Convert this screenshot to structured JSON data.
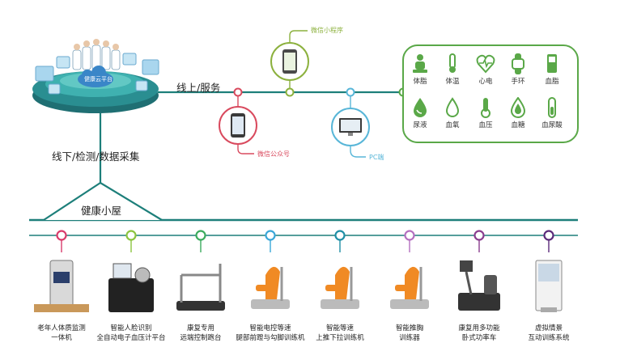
{
  "cloud_label": "健康云平台",
  "online_label": "线上/服务",
  "offline_label": "线下/检测/数据采集",
  "hut_label": "健康小屋",
  "channels": {
    "wechat_mini": "微信小程序",
    "wechat_official": "微信公众号",
    "pc": "PC端"
  },
  "sensors": [
    {
      "label": "体脂",
      "icon": "person-icon"
    },
    {
      "label": "体温",
      "icon": "thermometer-icon"
    },
    {
      "label": "心电",
      "icon": "heart-ecg-icon"
    },
    {
      "label": "手环",
      "icon": "wristband-icon"
    },
    {
      "label": "血脂",
      "icon": "lipid-meter-icon"
    },
    {
      "label": "尿液",
      "icon": "urine-drop-icon"
    },
    {
      "label": "血氧",
      "icon": "oxygen-drop-icon"
    },
    {
      "label": "血压",
      "icon": "pressure-gauge-icon"
    },
    {
      "label": "血糖",
      "icon": "glucose-drop-icon"
    },
    {
      "label": "血尿酸",
      "icon": "uric-tube-icon"
    }
  ],
  "devices": [
    {
      "line1": "老年人体质监测",
      "line2": "一体机",
      "node_color": "#d93b6b"
    },
    {
      "line1": "智能人脸识别",
      "line2": "全自动电子血压计平台",
      "node_color": "#8cc43f"
    },
    {
      "line1": "康复专用",
      "line2": "远端控制跑台",
      "node_color": "#3bab5e"
    },
    {
      "line1": "智能电控等速",
      "line2": "腿部前蹬与勾脚训练机",
      "node_color": "#3aa7d8"
    },
    {
      "line1": "智能等速",
      "line2": "上推下拉训练机",
      "node_color": "#1f8fa6"
    },
    {
      "line1": "智能推胸",
      "line2": "训练器",
      "node_color": "#b46fc0"
    },
    {
      "line1": "康复用多功能",
      "line2": "卧式功率车",
      "node_color": "#8a3d8f"
    },
    {
      "line1": "虚拟情景",
      "line2": "互动训练系统",
      "node_color": "#5b2a7a"
    }
  ],
  "colors": {
    "main_line": "#1d7f7a",
    "sensor_box": "#5aa848",
    "wechat_mini": "#8cb13e",
    "wechat_official": "#d94a5e",
    "pc": "#58b6d8"
  }
}
